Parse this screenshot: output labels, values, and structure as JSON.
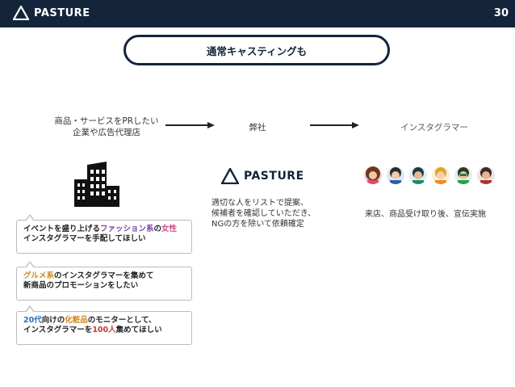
{
  "header": {
    "brand": "PASTURE",
    "page_number": "30"
  },
  "pill": {
    "title": "通常キャスティングも"
  },
  "flow": {
    "left_line1": "商品・サービスをPRしたい",
    "left_line2": "企業や広告代理店",
    "middle": "弊社",
    "right": "インスタグラマー"
  },
  "middle_logo": "PASTURE",
  "middle_desc": {
    "line1": "適切な人をリストで提案、",
    "line2": "候補者を確認していただき、",
    "line3": "NGの方を除いて依頼確定"
  },
  "right_desc": "来店、商品受け取り後、宣伝実施",
  "bubbles": [
    {
      "p1": "イベントを盛り上げる",
      "p2": "ファッション系",
      "p3": "の",
      "p4": "女性",
      "line2": "インスタグラマーを手配してほしい"
    },
    {
      "p1": "グルメ系",
      "p2": "のインスタグラマーを集めて",
      "line2": "新商品のプロモーションをしたい"
    },
    {
      "p1": "20代",
      "p2": "向けの",
      "p3": "化粧品",
      "p4": "のモニターとして、",
      "l2a": "インスタグラマーを",
      "l2b": "100人",
      "l2c": "集めてほしい"
    }
  ],
  "colors": {
    "navy": "#13243b",
    "purple": "#7b3fa3",
    "pink": "#d14b8f",
    "orange": "#d08a1a",
    "blue": "#2f6eb5",
    "red": "#c23a3a"
  },
  "icons": [
    "pasture-logo-icon",
    "buildings-icon",
    "arrow-right-icon",
    "influencer-avatar-icon"
  ]
}
